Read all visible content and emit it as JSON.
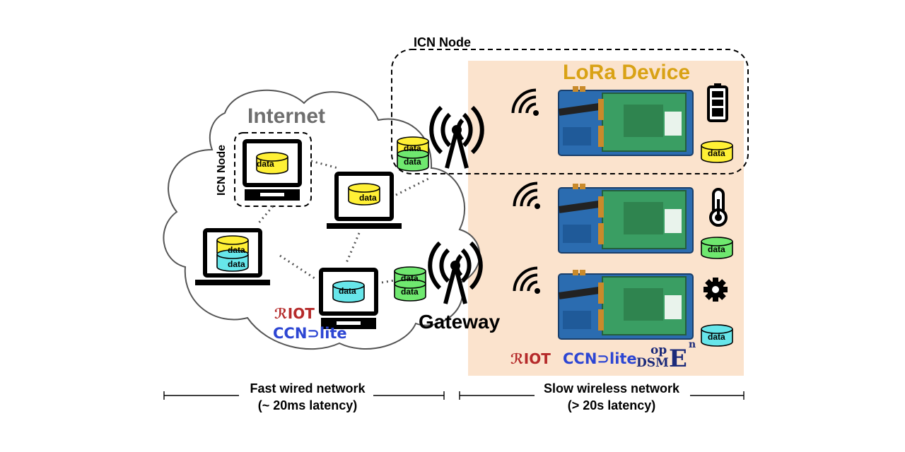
{
  "titles": {
    "lora_device": "LoRa Device",
    "internet": "Internet",
    "icn_node_top": "ICN Node",
    "icn_node_side": "ICN Node",
    "gateway": "Gateway"
  },
  "data_label": "data",
  "logos": {
    "riot": "RIOT",
    "ccn_lite": "CCN-lite",
    "riot_text": "ℛIOT",
    "ccn_text": "CCN⊃lite",
    "opendsme": {
      "op": "op",
      "dsm": "DSM",
      "e": "E",
      "n": "n"
    }
  },
  "footer": {
    "fast_line1": "Fast wired network",
    "fast_line2": "(~ 20ms latency)",
    "slow_line1": "Slow wireless network",
    "slow_line2": "(> 20s latency)"
  },
  "icons": [
    "laptop-icon",
    "database-icon",
    "antenna-tower-icon",
    "wifi-signal-icon",
    "battery-icon",
    "thermometer-icon",
    "gear-icon",
    "lora-board"
  ],
  "colors": {
    "lora_bg": "#fbe3cd",
    "data_yellow": "#fff035",
    "data_green": "#6fe86f",
    "data_cyan": "#67e6ea",
    "lora_title": "#d9a215",
    "internet_title": "#6e6e6e",
    "board_green": "#3a9e63",
    "board_blue": "#2b6cb0"
  }
}
